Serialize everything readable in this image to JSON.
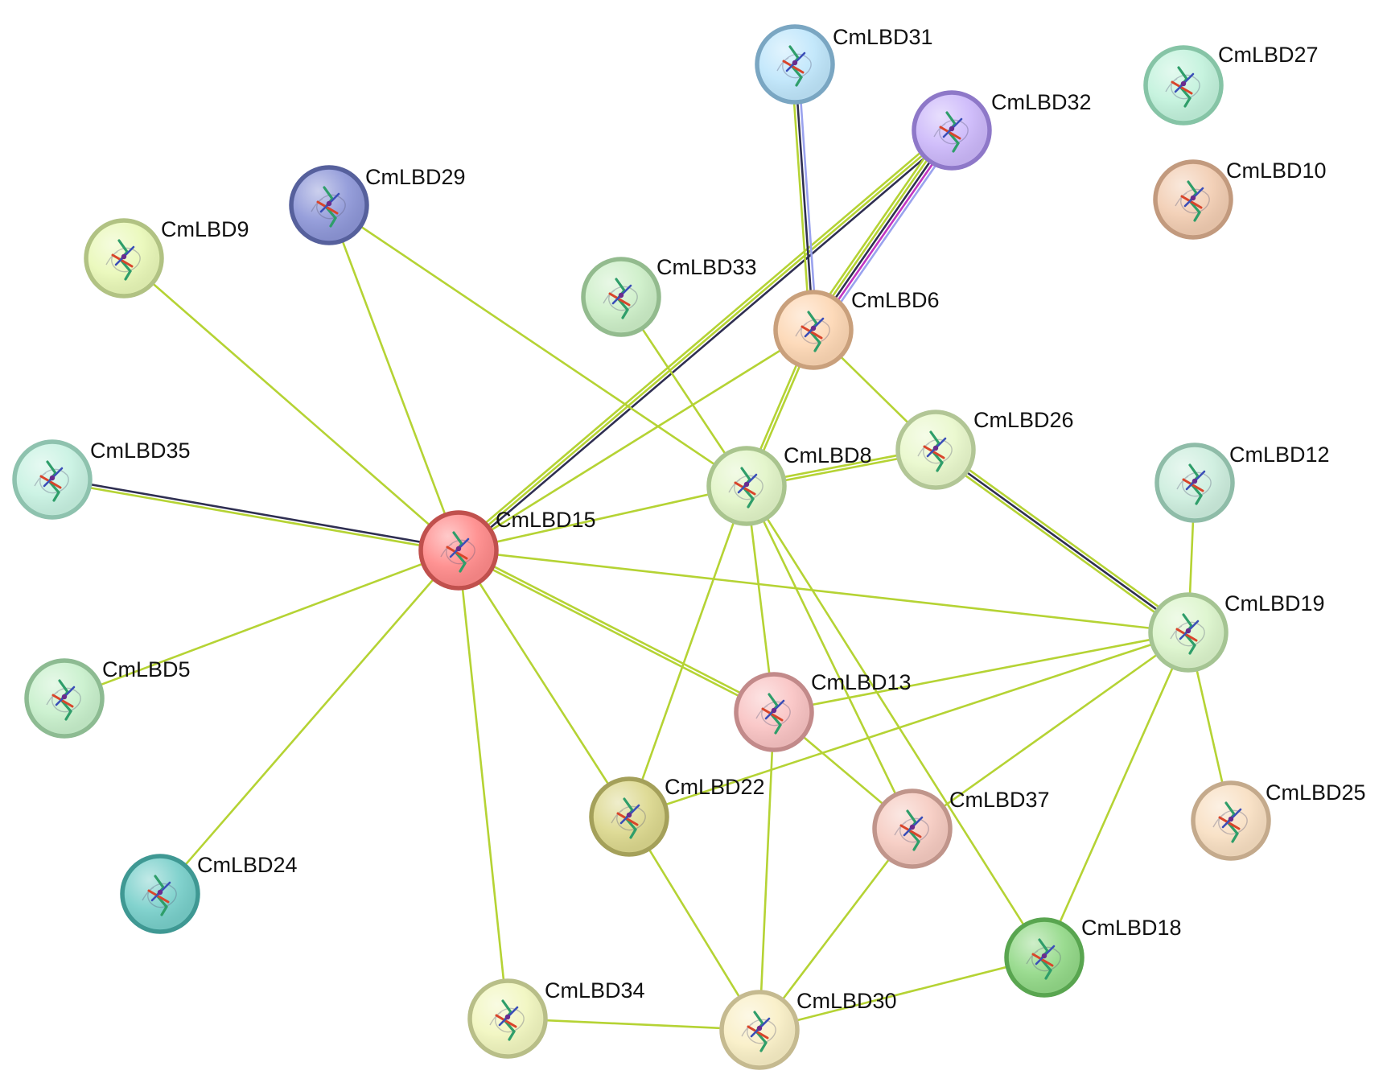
{
  "nodes": [
    {
      "id": "CmLBD15",
      "label": "CmLBD15",
      "color": "#ff8a8a",
      "ring": "#c0504d"
    },
    {
      "id": "CmLBD8",
      "label": "CmLBD8",
      "color": "#e2f5c8",
      "ring": "#a9c48e"
    },
    {
      "id": "CmLBD6",
      "label": "CmLBD6",
      "color": "#fdd7b4",
      "ring": "#c9a07c"
    },
    {
      "id": "CmLBD31",
      "label": "CmLBD31",
      "color": "#bfe6fb",
      "ring": "#7aa6c2"
    },
    {
      "id": "CmLBD32",
      "label": "CmLBD32",
      "color": "#ccb8fa",
      "ring": "#8e78c8"
    },
    {
      "id": "CmLBD27",
      "label": "CmLBD27",
      "color": "#c2f2dc",
      "ring": "#86c4a6"
    },
    {
      "id": "CmLBD10",
      "label": "CmLBD10",
      "color": "#f2cdb2",
      "ring": "#c29a7e"
    },
    {
      "id": "CmLBD29",
      "label": "CmLBD29",
      "color": "#8e97d8",
      "ring": "#56609c"
    },
    {
      "id": "CmLBD9",
      "label": "CmLBD9",
      "color": "#e9f8b8",
      "ring": "#b1c283"
    },
    {
      "id": "CmLBD33",
      "label": "CmLBD33",
      "color": "#cdefc8",
      "ring": "#93bb8e"
    },
    {
      "id": "CmLBD26",
      "label": "CmLBD26",
      "color": "#e9f8cc",
      "ring": "#b2c696"
    },
    {
      "id": "CmLBD35",
      "label": "CmLBD35",
      "color": "#c8f2e2",
      "ring": "#8ec2ae"
    },
    {
      "id": "CmLBD12",
      "label": "CmLBD12",
      "color": "#cdeede",
      "ring": "#8fbca8"
    },
    {
      "id": "CmLBD19",
      "label": "CmLBD19",
      "color": "#dcf5cc",
      "ring": "#a5c493"
    },
    {
      "id": "CmLBD5",
      "label": "CmLBD5",
      "color": "#c8f0cc",
      "ring": "#8dbb92"
    },
    {
      "id": "CmLBD13",
      "label": "CmLBD13",
      "color": "#f9c3c3",
      "ring": "#c28a8a"
    },
    {
      "id": "CmLBD22",
      "label": "CmLBD22",
      "color": "#dcd88e",
      "ring": "#a4a05a"
    },
    {
      "id": "CmLBD37",
      "label": "CmLBD37",
      "color": "#f6cbc1",
      "ring": "#c0958b"
    },
    {
      "id": "CmLBD25",
      "label": "CmLBD25",
      "color": "#f8dfc2",
      "ring": "#c4aa8c"
    },
    {
      "id": "CmLBD24",
      "label": "CmLBD24",
      "color": "#78cfca",
      "ring": "#3f9893"
    },
    {
      "id": "CmLBD18",
      "label": "CmLBD18",
      "color": "#93d988",
      "ring": "#59a550"
    },
    {
      "id": "CmLBD34",
      "label": "CmLBD34",
      "color": "#f1f6bf",
      "ring": "#b8be88"
    },
    {
      "id": "CmLBD30",
      "label": "CmLBD30",
      "color": "#f9efc6",
      "ring": "#c5ba90"
    }
  ],
  "edges": [
    {
      "source": "CmLBD15",
      "target": "CmLBD9",
      "colors": [
        "#b5d334"
      ]
    },
    {
      "source": "CmLBD15",
      "target": "CmLBD29",
      "colors": [
        "#b5d334"
      ]
    },
    {
      "source": "CmLBD15",
      "target": "CmLBD35",
      "colors": [
        "#b5d334",
        "#2f2f52"
      ]
    },
    {
      "source": "CmLBD15",
      "target": "CmLBD5",
      "colors": [
        "#b5d334"
      ]
    },
    {
      "source": "CmLBD15",
      "target": "CmLBD24",
      "colors": [
        "#b5d334"
      ]
    },
    {
      "source": "CmLBD15",
      "target": "CmLBD34",
      "colors": [
        "#b5d334"
      ]
    },
    {
      "source": "CmLBD15",
      "target": "CmLBD22",
      "colors": [
        "#b5d334"
      ]
    },
    {
      "source": "CmLBD15",
      "target": "CmLBD13",
      "colors": [
        "#b5d334",
        "#b5d334"
      ]
    },
    {
      "source": "CmLBD15",
      "target": "CmLBD8",
      "colors": [
        "#b5d334"
      ]
    },
    {
      "source": "CmLBD15",
      "target": "CmLBD6",
      "colors": [
        "#b5d334"
      ]
    },
    {
      "source": "CmLBD15",
      "target": "CmLBD32",
      "colors": [
        "#b5d334",
        "#b5d334",
        "#2f2f52"
      ]
    },
    {
      "source": "CmLBD29",
      "target": "CmLBD8",
      "colors": [
        "#b5d334"
      ]
    },
    {
      "source": "CmLBD33",
      "target": "CmLBD8",
      "colors": [
        "#b5d334"
      ]
    },
    {
      "source": "CmLBD31",
      "target": "CmLBD6",
      "colors": [
        "#9aa2ee",
        "#2f2f52",
        "#b5d334"
      ]
    },
    {
      "source": "CmLBD32",
      "target": "CmLBD6",
      "colors": [
        "#9aa2ee",
        "#c236c2",
        "#2f2f52",
        "#b5d334",
        "#b5d334"
      ]
    },
    {
      "source": "CmLBD6",
      "target": "CmLBD8",
      "colors": [
        "#b5d334",
        "#b5d334"
      ]
    },
    {
      "source": "CmLBD6",
      "target": "CmLBD26",
      "colors": [
        "#b5d334"
      ]
    },
    {
      "source": "CmLBD8",
      "target": "CmLBD26",
      "colors": [
        "#b5d334",
        "#b5d334"
      ]
    },
    {
      "source": "CmLBD26",
      "target": "CmLBD19",
      "colors": [
        "#b5d334",
        "#2f2f52",
        "#b5d334"
      ]
    },
    {
      "source": "CmLBD12",
      "target": "CmLBD19",
      "colors": [
        "#b5d334"
      ]
    },
    {
      "source": "CmLBD8",
      "target": "CmLBD22",
      "colors": [
        "#b5d334"
      ]
    },
    {
      "source": "CmLBD8",
      "target": "CmLBD13",
      "colors": [
        "#b5d334"
      ]
    },
    {
      "source": "CmLBD8",
      "target": "CmLBD37",
      "colors": [
        "#b5d334"
      ]
    },
    {
      "source": "CmLBD8",
      "target": "CmLBD18",
      "colors": [
        "#b5d334"
      ]
    },
    {
      "source": "CmLBD19",
      "target": "CmLBD13",
      "colors": [
        "#b5d334"
      ]
    },
    {
      "source": "CmLBD19",
      "target": "CmLBD15",
      "colors": [
        "#b5d334"
      ]
    },
    {
      "source": "CmLBD19",
      "target": "CmLBD22",
      "colors": [
        "#b5d334"
      ]
    },
    {
      "source": "CmLBD19",
      "target": "CmLBD37",
      "colors": [
        "#b5d334"
      ]
    },
    {
      "source": "CmLBD19",
      "target": "CmLBD25",
      "colors": [
        "#b5d334"
      ]
    },
    {
      "source": "CmLBD19",
      "target": "CmLBD18",
      "colors": [
        "#b5d334"
      ]
    },
    {
      "source": "CmLBD13",
      "target": "CmLBD37",
      "colors": [
        "#b5d334"
      ]
    },
    {
      "source": "CmLBD13",
      "target": "CmLBD30",
      "colors": [
        "#b5d334"
      ]
    },
    {
      "source": "CmLBD22",
      "target": "CmLBD30",
      "colors": [
        "#b5d334"
      ]
    },
    {
      "source": "CmLBD37",
      "target": "CmLBD30",
      "colors": [
        "#b5d334"
      ]
    },
    {
      "source": "CmLBD34",
      "target": "CmLBD30",
      "colors": [
        "#b5d334"
      ]
    },
    {
      "source": "CmLBD30",
      "target": "CmLBD18",
      "colors": [
        "#b5d334"
      ]
    }
  ]
}
